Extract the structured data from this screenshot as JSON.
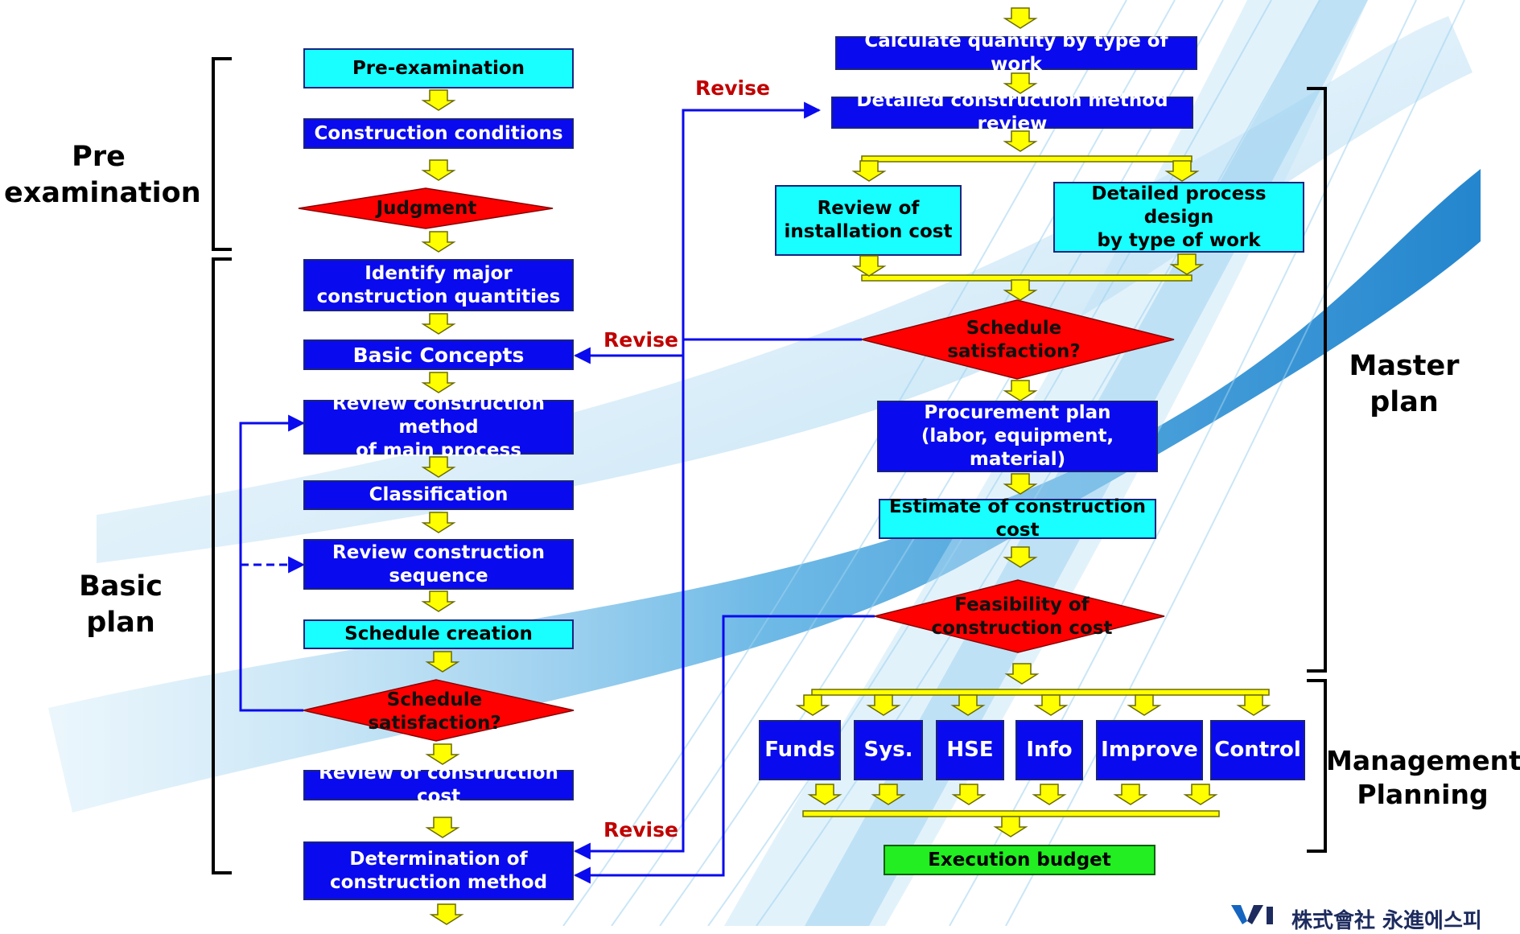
{
  "colors": {
    "process_fill": "#0a0aee",
    "highlight_fill": "#19ffff",
    "decision_fill": "#ff0000",
    "result_fill": "#22ee22",
    "connector_yellow": "#ffff00",
    "revise_text": "#c00000",
    "feedback_line": "#0a0aee"
  },
  "phases": {
    "pre_examination": "Pre\nexamination",
    "basic_plan": "Basic\nplan",
    "master_plan": "Master\nplan",
    "management_planning": "Management\nPlanning"
  },
  "basic_flow": {
    "pre_examination": "Pre-examination",
    "construction_conditions": "Construction conditions",
    "judgment": "Judgment",
    "identify_quantities": "Identify major\nconstruction quantities",
    "basic_concepts": "Basic Concepts",
    "review_main_process": "Review construction method\nof main process",
    "classification": "Classification",
    "review_sequence": "Review construction\nsequence",
    "schedule_creation": "Schedule creation",
    "schedule_satisfaction": "Schedule\nsatisfaction?",
    "review_cost": "Review of construction cost",
    "determination": "Determination of\nconstruction method"
  },
  "master_flow": {
    "calculate_quantity": "Calculate quantity by type of work",
    "detailed_review": "Detailed construction method review",
    "installation_cost": "Review of\ninstallation cost",
    "process_design": "Detailed process design\nby type of work",
    "schedule_satisfaction": "Schedule\nsatisfaction?",
    "procurement": "Procurement plan\n(labor, equipment, material)",
    "estimate_cost": "Estimate of construction cost",
    "feasibility": "Feasibility of\nconstruction cost"
  },
  "management_items": [
    "Funds",
    "Sys.",
    "HSE",
    "Info",
    "Improve",
    "Control"
  ],
  "execution_budget": "Execution budget",
  "revise_labels": [
    "Revise",
    "Revise",
    "Revise"
  ],
  "company": "株式會社 永進에스피",
  "icons": {
    "logo": "company-logo-icon",
    "flow_arrow": "down-arrow-icon"
  }
}
